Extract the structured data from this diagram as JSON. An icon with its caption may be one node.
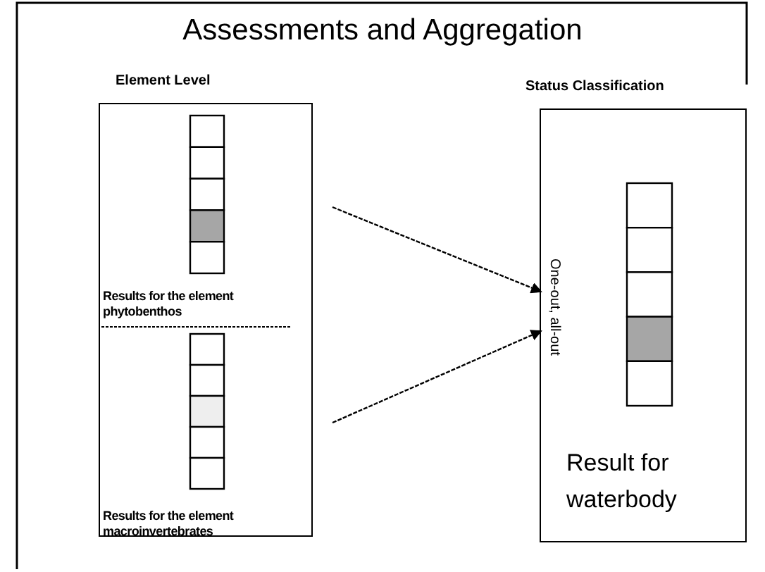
{
  "diagram": {
    "title": "Assessments and Aggregation",
    "nodes": [
      {
        "text": [
          "Element Level"
        ]
      },
      {
        "text": [
          "Results for the element phytobenthos"
        ],
        "in": 0
      },
      {
        "text": [
          "Results for the element macroinvertebrates"
        ],
        "in": 0
      },
      {
        "text": [
          "Status Classification"
        ]
      },
      {
        "text": [
          "One-out, all-out"
        ],
        "in": 3
      },
      {
        "text": [
          "Result for waterbody"
        ],
        "in": 3
      }
    ],
    "edges": [
      {
        "from": null,
        "to": 4,
        "arrow": "to"
      },
      {
        "from": null,
        "to": 4,
        "arrow": "to"
      }
    ]
  }
}
